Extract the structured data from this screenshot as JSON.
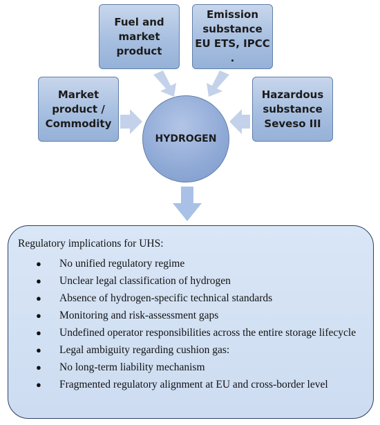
{
  "diagram": {
    "center": {
      "label": "HYDROGEN"
    },
    "categories": [
      {
        "id": "fuel",
        "lines": [
          "Fuel and",
          "market",
          "product"
        ]
      },
      {
        "id": "emission",
        "lines": [
          "Emission",
          "substance",
          "EU ETS, IPCC ."
        ]
      },
      {
        "id": "market",
        "lines": [
          "Market",
          "product /",
          "Commodity"
        ]
      },
      {
        "id": "hazard",
        "lines": [
          "Hazardous",
          "substance",
          "Seveso III"
        ]
      }
    ],
    "implications": {
      "heading": "Regulatory implications for UHS:",
      "items": [
        "No unified regulatory regime",
        "Unclear legal classification of hydrogen",
        "Absence of hydrogen-specific technical standards",
        "Monitoring and risk-assessment gaps",
        "Undefined operator responsibilities across the entire storage lifecycle",
        "Legal ambiguity regarding cushion gas:",
        "No long-term liability mechanism",
        "Fragmented regulatory alignment at EU and cross-border level"
      ]
    },
    "colors": {
      "box_fill": "#a7bfe0",
      "box_border": "#5f7fa8",
      "arrow_fill": "#bccde9",
      "panel_fill": "#d3e1f4",
      "panel_border": "#2a3f63"
    }
  }
}
